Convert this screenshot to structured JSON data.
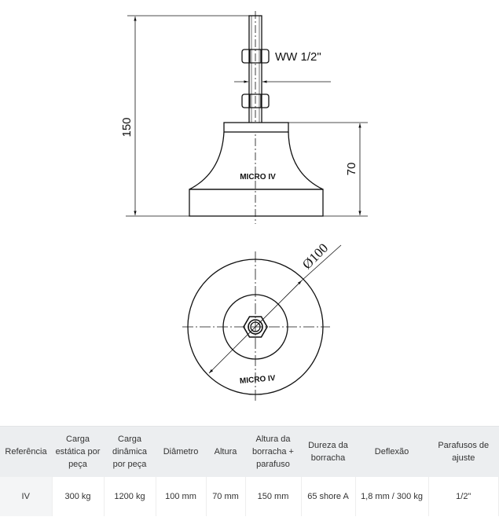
{
  "drawing": {
    "height_total": "150",
    "height_body": "70",
    "thread": "WW 1/2\"",
    "diameter": "Ø100",
    "brand_label_side": "MICRO IV",
    "brand_label_bottom": "MICRO IV"
  },
  "table": {
    "headers": [
      "Referência",
      "Carga estática por peça",
      "Carga dinâmica por peça",
      "Diâmetro",
      "Altura",
      "Altura da borracha + parafuso",
      "Dureza da borracha",
      "Deflexão",
      "Parafusos de ajuste"
    ],
    "rows": [
      [
        "IV",
        "300 kg",
        "1200 kg",
        "100 mm",
        "70 mm",
        "150 mm",
        "65 shore A",
        "1,8 mm / 300 kg",
        "1/2\""
      ]
    ]
  }
}
